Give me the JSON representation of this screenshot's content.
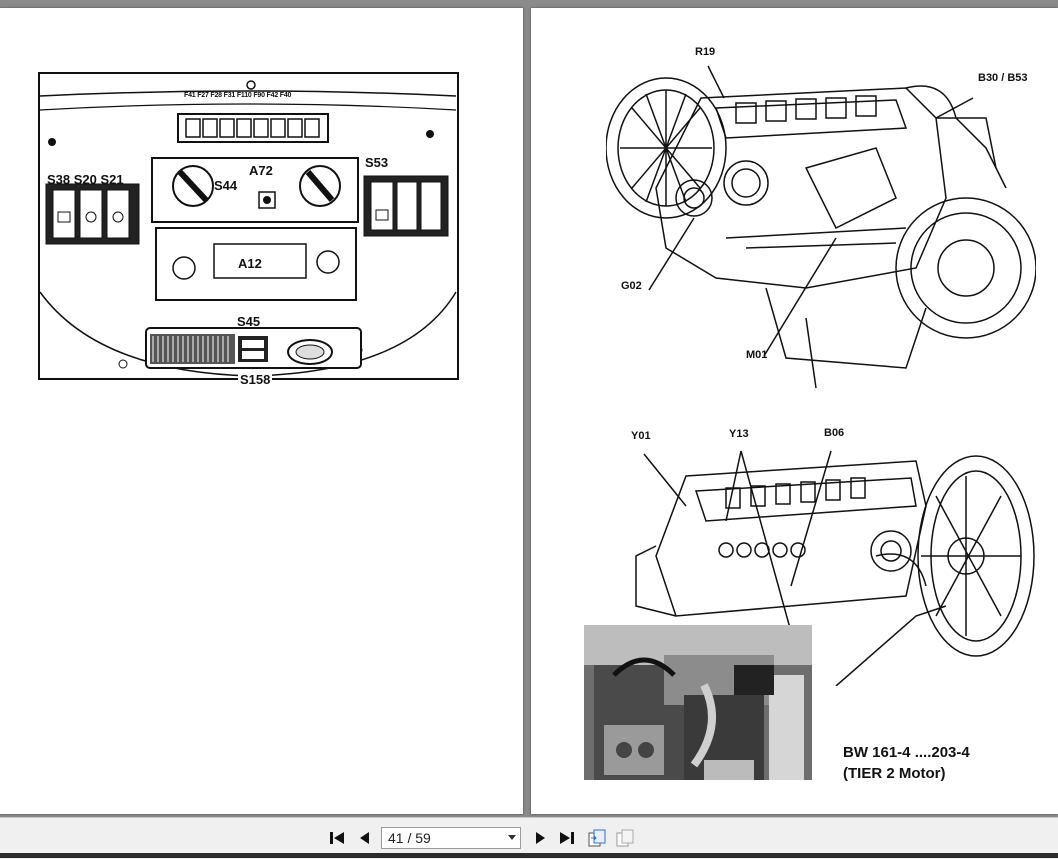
{
  "left_page": {
    "fuse_labels": "F41 F27 F28 F31 F110 F90 F42 F40",
    "labels": {
      "s38_s20_s21": "S38 S20 S21",
      "s53": "S53",
      "a72": "A72",
      "s44": "S44",
      "a12": "A12",
      "s45": "S45",
      "s158": "S158"
    }
  },
  "right_page": {
    "top_engine_labels": {
      "r19": "R19",
      "b30_b53": "B30 / B53",
      "g02": "G02",
      "m01": "M01"
    },
    "bottom_engine_labels": {
      "y01": "Y01",
      "y13": "Y13",
      "b06": "B06"
    },
    "caption_line1": "BW 161-4 ....203-4",
    "caption_line2": "(TIER 2 Motor)"
  },
  "toolbar": {
    "page_indicator": "41 / 59",
    "icons": [
      "first-page-icon",
      "prev-page-icon",
      "next-page-icon",
      "last-page-icon",
      "fit-page-icon",
      "fit-width-icon"
    ]
  }
}
